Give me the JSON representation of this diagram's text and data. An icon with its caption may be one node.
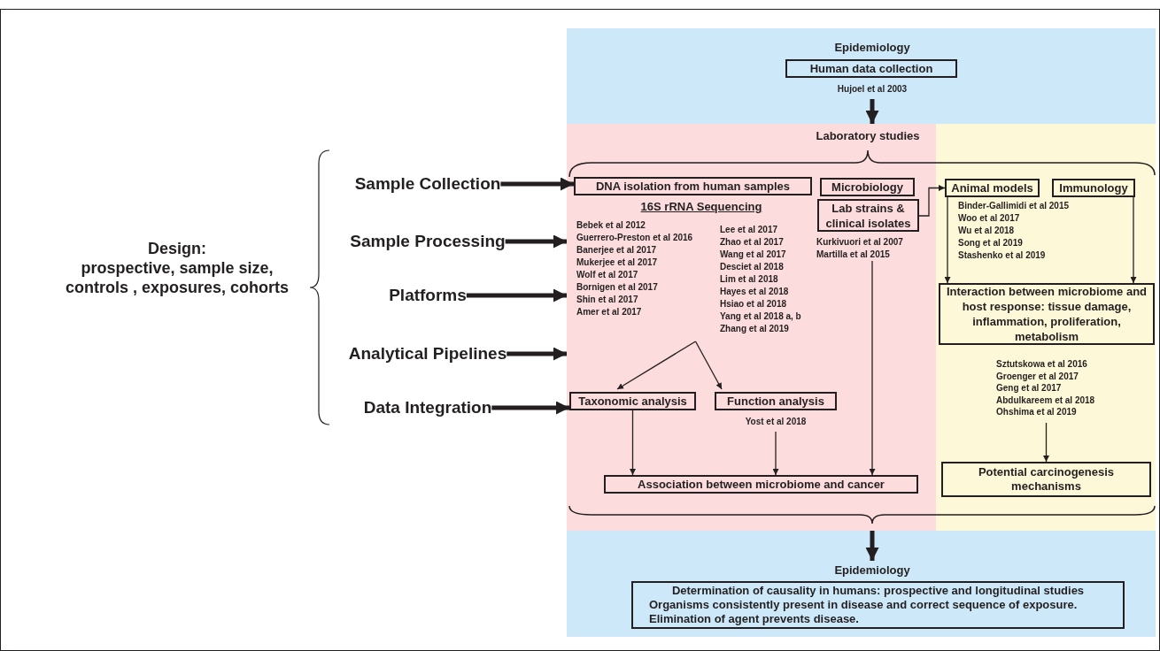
{
  "diagram": {
    "nodes": [
      {
        "text": [
          "Design:",
          "prospective, sample size, controls , exposures, cohorts"
        ]
      },
      {
        "text": [
          "Sample Collection"
        ]
      },
      {
        "text": [
          "Sample Processing"
        ]
      },
      {
        "text": [
          "Platforms"
        ]
      },
      {
        "text": [
          "Analytical Pipelines"
        ]
      },
      {
        "text": [
          "Data Integration"
        ]
      },
      {
        "text": [
          "Epidemiology"
        ]
      },
      {
        "text": [
          "Human data collection"
        ],
        "in": 6,
        "beside": [
          "Hujoel et al 2003"
        ]
      },
      {
        "text": [
          "Laboratory studies"
        ]
      },
      {
        "text": [
          "DNA isolation from human samples"
        ],
        "in": 8
      },
      {
        "text": [
          "16S rRNA Sequencing"
        ],
        "in": 8,
        "beside": [
          "Bebek et al 2012",
          "Guerrero-Preston et al 2016",
          "Banerjee et al 2017",
          "Mukerjee et al 2017",
          "Wolf et al 2017",
          "Bornigen et al 2017",
          "Shin et al  2017",
          "Amer et al 2017",
          "Lee et al 2017",
          "Zhao et al 2017",
          "Wang  et al 2017",
          "Desciet al 2018",
          "Lim et al 2018",
          "Hayes et al 2018",
          "Hsiao et al 2018",
          "Yang et al 2018 a, b",
          "Zhang et al 2019"
        ]
      },
      {
        "text": [
          "Microbiology"
        ],
        "in": 8
      },
      {
        "text": [
          "Lab strains & clinical isolates"
        ],
        "in": 8,
        "beside": [
          "Kurkivuori et al 2007",
          "Martilla et al 2015"
        ]
      },
      {
        "text": [
          "Taxonomic analysis"
        ],
        "in": 8
      },
      {
        "text": [
          "Function  analysis"
        ],
        "in": 8,
        "beside": [
          "Yost et al 2018"
        ]
      },
      {
        "text": [
          "Association between microbiome and cancer"
        ],
        "in": 8
      },
      {
        "text": [],
        "shape": "box"
      },
      {
        "text": [
          "Animal models"
        ],
        "in": 16
      },
      {
        "text": [
          "Immunology"
        ],
        "in": 16
      },
      {
        "text": [
          "Interaction between microbiome and host response: tissue damage, inflammation, proliferation, metabolism"
        ],
        "in": 16,
        "beside": [
          "Sztutskowa et al 2016",
          "Groenger et al 2017",
          "Geng et al 2017",
          "Abdulkareem  et al 2018",
          "Ohshima  et al 2019"
        ]
      },
      {
        "text": [
          "Potential carcinogenesis mechanisms"
        ],
        "in": 16
      },
      {
        "text": [],
        "shape": "box"
      },
      {
        "text": [
          "Epidemiology"
        ],
        "in": 21
      },
      {
        "text": [
          "Determination of causality in humans: prospective and longitudinal studies",
          "Organisms consistently present in disease and correct sequence of exposure.",
          "Elimination of agent prevents disease."
        ],
        "in": 21
      }
    ],
    "edges": [
      {
        "from": 1,
        "to": 9,
        "arrow": "to",
        "style": "thick"
      },
      {
        "from": 2,
        "to": 8,
        "arrow": "to",
        "style": "thick"
      },
      {
        "from": 3,
        "to": 8,
        "arrow": "to",
        "style": "thick"
      },
      {
        "from": 4,
        "to": 8,
        "arrow": "to",
        "style": "thick"
      },
      {
        "from": 5,
        "to": 13,
        "arrow": "to",
        "style": "thick"
      },
      {
        "from": 7,
        "to": 8,
        "arrow": "to",
        "style": "thick"
      },
      {
        "from": 12,
        "to": 17,
        "arrow": "to"
      },
      {
        "from": 10,
        "to": 13,
        "arrow": "to"
      },
      {
        "from": 10,
        "to": 14,
        "arrow": "to"
      },
      {
        "from": 13,
        "to": 15,
        "arrow": "to"
      },
      {
        "from": 14,
        "to": 15,
        "arrow": "to"
      },
      {
        "from": 12,
        "to": 15,
        "arrow": "to"
      },
      {
        "from": 17,
        "to": 19,
        "arrow": "to"
      },
      {
        "from": 18,
        "to": 19,
        "arrow": "to"
      },
      {
        "from": 19,
        "to": 20,
        "arrow": "to"
      },
      {
        "from": 8,
        "to": 22,
        "arrow": "to",
        "style": "thick"
      }
    ],
    "labels": [
      "Binder-Gallimidi et al 2015",
      "Woo et al 2017",
      "Wu et al 2018",
      "Song et al 2019",
      "Stashenko et al 2019"
    ]
  }
}
